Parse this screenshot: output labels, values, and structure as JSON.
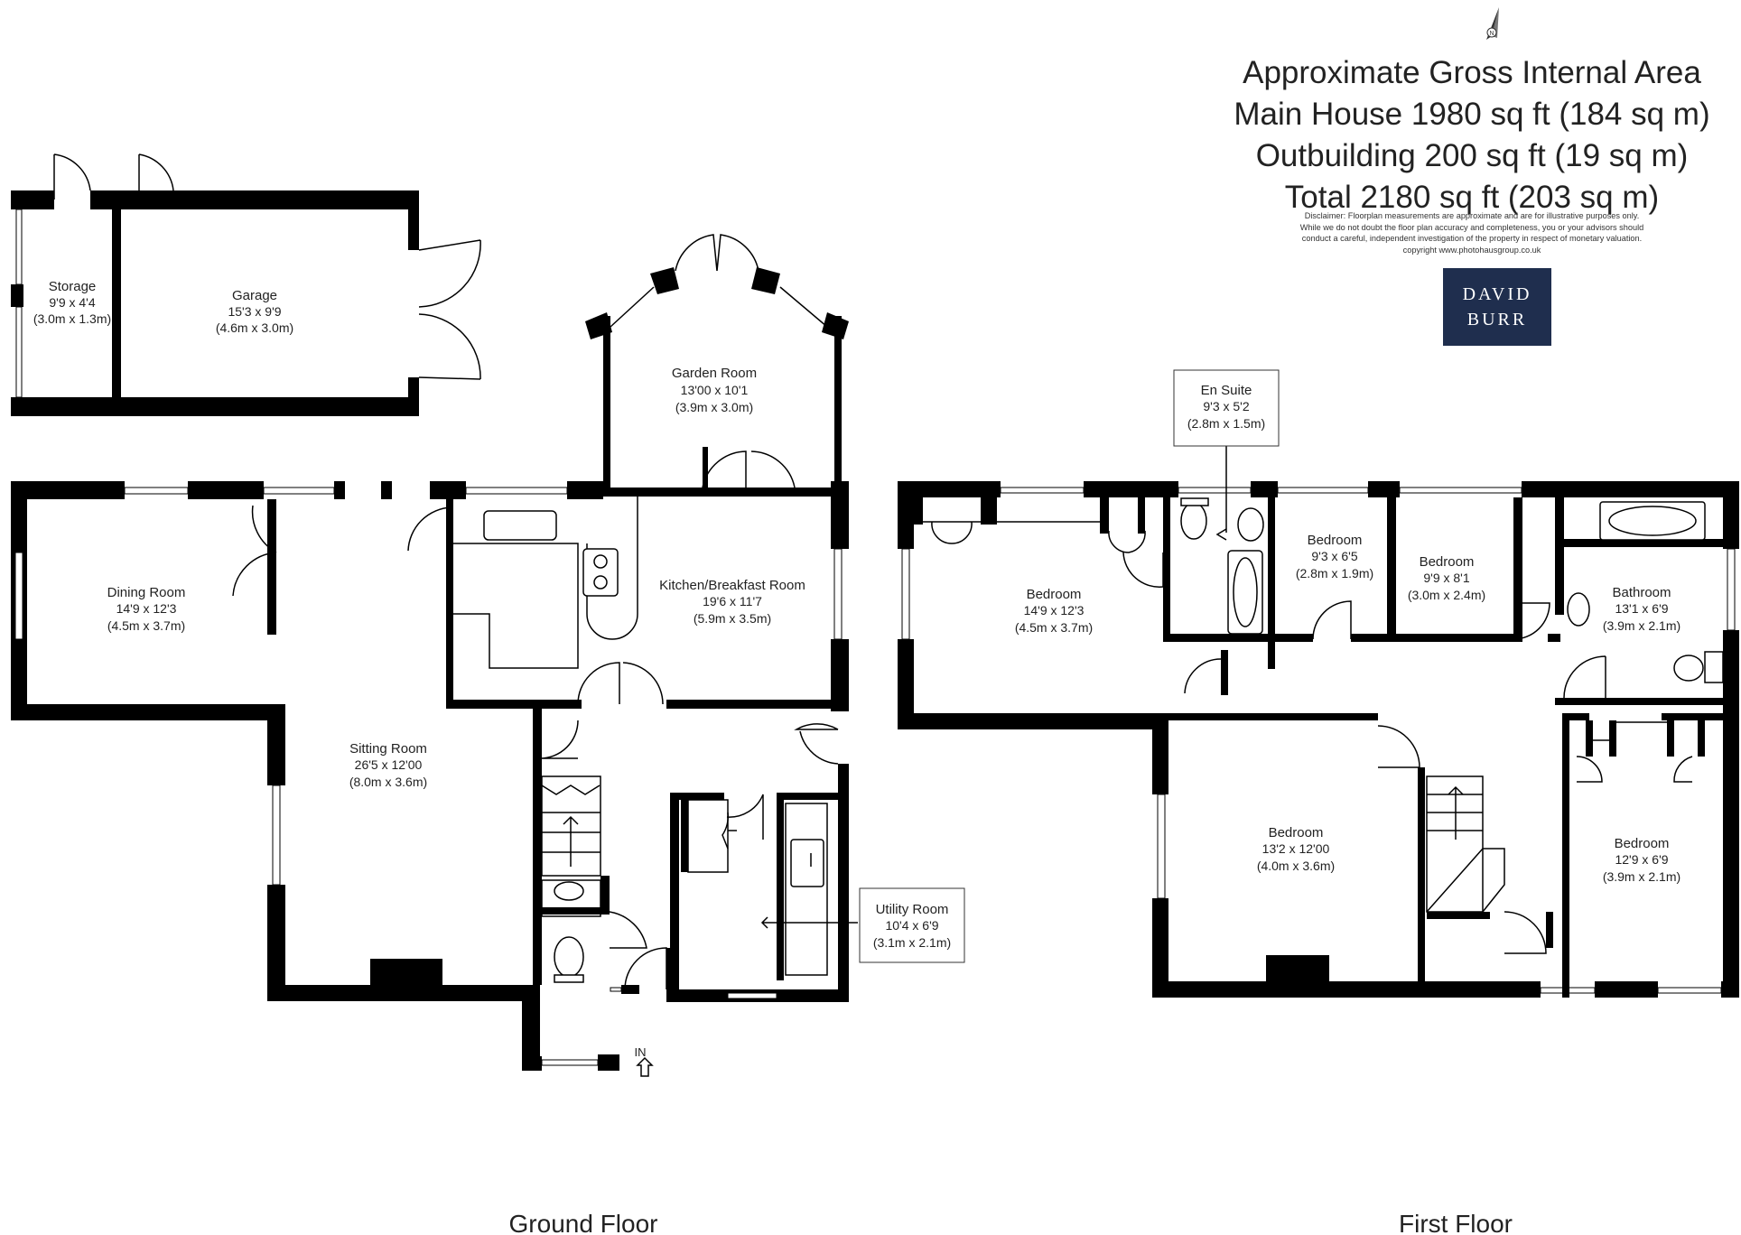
{
  "area_summary": {
    "title": "Approximate Gross Internal Area",
    "main_house": "Main House 1980 sq ft (184 sq m)",
    "outbuilding": "Outbuilding 200 sq ft (19 sq m)",
    "total": "Total 2180 sq ft (203 sq m)"
  },
  "disclaimer": {
    "line1": "Disclaimer: Floorplan measurements are approximate and are for illustrative purposes only.",
    "line2": "While we do not doubt the floor plan accuracy and completeness, you or your advisors should",
    "line3": "conduct a careful, independent investigation of the property in respect of monetary valuation.",
    "line4": "copyright www.photohausgroup.co.uk"
  },
  "logo": {
    "line1": "DAVID",
    "line2": "BURR"
  },
  "compass": {
    "label": "N"
  },
  "entrance_label": "IN",
  "floors": {
    "ground": "Ground Floor",
    "first": "First Floor"
  },
  "rooms": {
    "storage": {
      "name": "Storage",
      "dims_imperial": "9'9 x 4'4",
      "dims_metric": "(3.0m x 1.3m)"
    },
    "garage": {
      "name": "Garage",
      "dims_imperial": "15'3 x 9'9",
      "dims_metric": "(4.6m x 3.0m)"
    },
    "garden_room": {
      "name": "Garden Room",
      "dims_imperial": "13'00 x 10'1",
      "dims_metric": "(3.9m x 3.0m)"
    },
    "dining_room": {
      "name": "Dining Room",
      "dims_imperial": "14'9 x 12'3",
      "dims_metric": "(4.5m x 3.7m)"
    },
    "kitchen": {
      "name": "Kitchen/Breakfast Room",
      "dims_imperial": "19'6 x 11'7",
      "dims_metric": "(5.9m x 3.5m)"
    },
    "sitting_room": {
      "name": "Sitting Room",
      "dims_imperial": "26'5 x 12'00",
      "dims_metric": "(8.0m x 3.6m)"
    },
    "utility_room": {
      "name": "Utility Room",
      "dims_imperial": "10'4 x 6'9",
      "dims_metric": "(3.1m x 2.1m)"
    },
    "en_suite": {
      "name": "En Suite",
      "dims_imperial": "9'3 x 5'2",
      "dims_metric": "(2.8m x 1.5m)"
    },
    "bedroom_1": {
      "name": "Bedroom",
      "dims_imperial": "14'9 x 12'3",
      "dims_metric": "(4.5m x 3.7m)"
    },
    "bedroom_2": {
      "name": "Bedroom",
      "dims_imperial": "9'3 x 6'5",
      "dims_metric": "(2.8m x 1.9m)"
    },
    "bedroom_3": {
      "name": "Bedroom",
      "dims_imperial": "9'9 x 8'1",
      "dims_metric": "(3.0m x 2.4m)"
    },
    "bathroom": {
      "name": "Bathroom",
      "dims_imperial": "13'1 x 6'9",
      "dims_metric": "(3.9m x 2.1m)"
    },
    "bedroom_4": {
      "name": "Bedroom",
      "dims_imperial": "13'2 x 12'00",
      "dims_metric": "(4.0m x 3.6m)"
    },
    "bedroom_5": {
      "name": "Bedroom",
      "dims_imperial": "12'9 x 6'9",
      "dims_metric": "(3.9m x 2.1m)"
    }
  }
}
